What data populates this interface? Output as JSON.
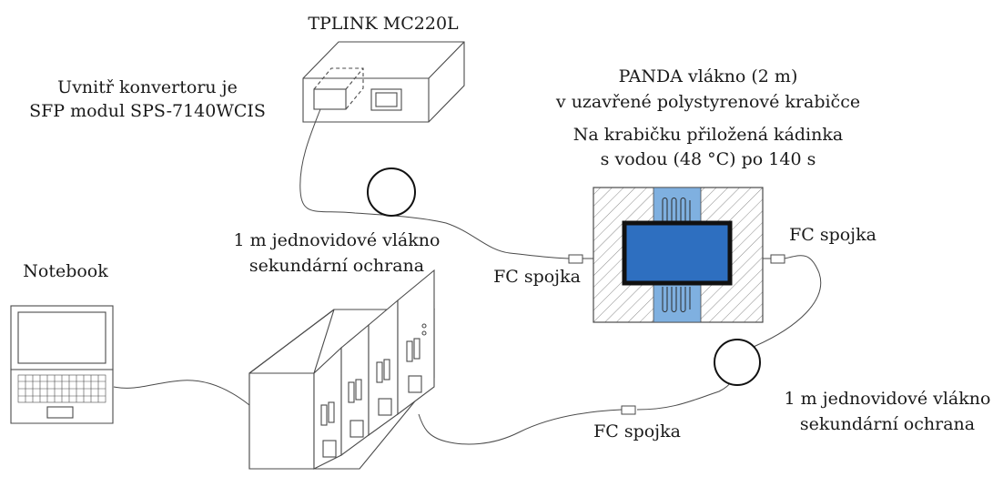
{
  "labels": {
    "converter_title": "TPLINK MC220L",
    "sfp_line1": "Uvnitř konvertoru je",
    "sfp_line2": "SFP modul SPS-7140WCIS",
    "panda_line1": "PANDA vlákno (2 m)",
    "panda_line2": "v uzavřené polystyrenové krabičce",
    "panda_line3": "Na krabičku přiložená kádinka",
    "panda_line4": "s vodou (48 °C) po 140 s",
    "fiber1_line1": "1 m jednovidové vlákno",
    "fiber1_line2": "sekundární ochrana",
    "fc_left": "FC spojka",
    "fc_right": "FC spojka",
    "fc_bottom": "FC spojka",
    "notebook": "Notebook",
    "fiber2_line1": "1 m jednovidové vlákno",
    "fiber2_line2": "sekundární ochrana"
  },
  "colors": {
    "line": "#4a4a4a",
    "fiber_channel": "#7fb0e0",
    "water": "#2e6fc0",
    "water_border": "#111111",
    "hatch": "#8a8a8a"
  }
}
